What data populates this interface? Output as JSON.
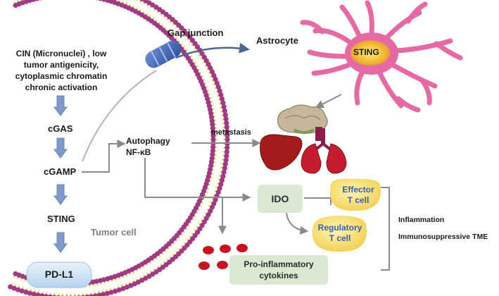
{
  "membrane": {
    "gap_junction": "Gap junction",
    "tumor_cell": "Tumor cell"
  },
  "triggers": {
    "line1": "CIN (Micronuclei) , low",
    "line2": "tumor antigenicity,",
    "line3": "cytoplasmic chromatin",
    "line4": "chronic activation"
  },
  "pathway": {
    "cgas": "cGAS",
    "cgamp": "cGAMP",
    "sting": "STING",
    "pdl1": "PD-L1",
    "autophagy": "Autophagy",
    "nfkb": "NF-κB"
  },
  "astrocyte": {
    "label": "Astrocyte",
    "sting": "STING"
  },
  "metastasis": "metastasis",
  "ido": "IDO",
  "effector": {
    "line1": "Effector",
    "line2": "T cell"
  },
  "regulatory": {
    "line1": "Regulatory",
    "line2": "T cell"
  },
  "cytokines": {
    "line1": "Pro-inflammatory",
    "line2": "cytokines"
  },
  "outcomes": {
    "inflammation": "Inflammation",
    "tme": "Immunosuppressive TME"
  },
  "colors": {
    "membrane_head": "#a03b82",
    "membrane_tail": "#e3d24a",
    "astrocyte": "#e56aa4",
    "arrow_blue": "#7f9ac9",
    "tcell": "#f7dc6a",
    "box_green": "#dbe9d3",
    "text_blue": "#3a5fa8",
    "blood_red": "#c8141e"
  }
}
